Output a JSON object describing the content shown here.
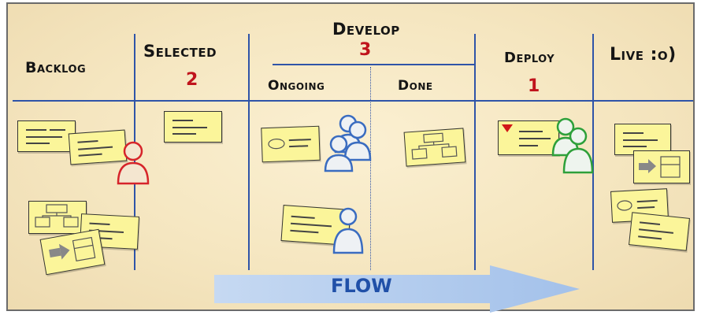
{
  "columns": {
    "backlog": {
      "title": "Backlog"
    },
    "selected": {
      "title": "Selected",
      "limit": "2"
    },
    "develop": {
      "title": "Develop",
      "limit": "3",
      "sub": {
        "ongoing": "Ongoing",
        "done": "Done"
      }
    },
    "deploy": {
      "title": "Deploy",
      "limit": "1"
    },
    "live": {
      "title": "Live :o)"
    }
  },
  "flow": {
    "label": "FLOW"
  },
  "colors": {
    "lines": "#2f54a8",
    "limits": "#c0141c",
    "card": "#fbf59a",
    "person_red": "#d6242a",
    "person_blue": "#3a6cc0",
    "person_green": "#2ea03a",
    "flow_arrow": "#a7c4ec"
  }
}
